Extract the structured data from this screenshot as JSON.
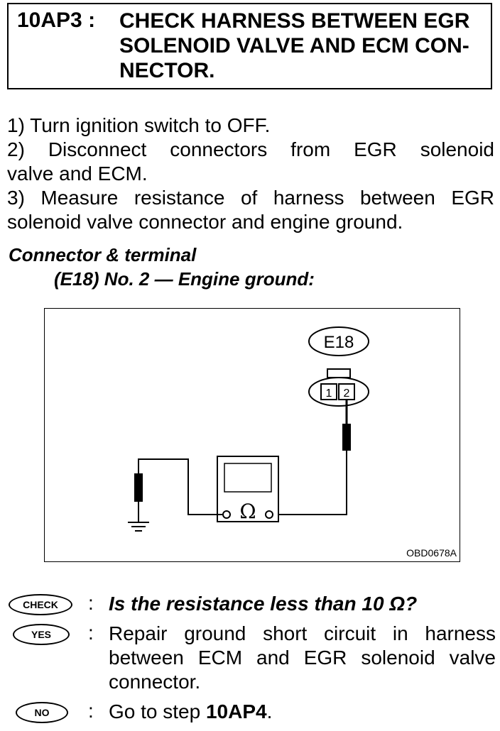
{
  "header": {
    "step_code": "10AP3 :",
    "title_lines": [
      "CHECK HARNESS BETWEEN EGR",
      "SOLENOID VALVE AND ECM CON-",
      "NECTOR."
    ]
  },
  "steps": {
    "s1": "1) Turn ignition switch to OFF.",
    "s2a": "2) Disconnect connectors from EGR solenoid",
    "s2b": "valve and ECM.",
    "s3a": "3) Measure resistance of harness between EGR",
    "s3b": "solenoid valve connector and engine ground."
  },
  "connector_terminal": {
    "heading": "Connector & terminal",
    "spec": "(E18) No. 2 — Engine ground:"
  },
  "diagram": {
    "connector_label": "E18",
    "pin1": "1",
    "pin2": "2",
    "meter_symbol": "Ω",
    "figure_id": "OBD0678A"
  },
  "check": {
    "badge": "CHECK",
    "colon": ":",
    "question": "Is the resistance less than 10 Ω?"
  },
  "yes": {
    "badge": "YES",
    "colon": ":",
    "line1": "Repair ground short circuit in harness",
    "line2": "between ECM and EGR solenoid valve",
    "line3": "connector."
  },
  "no": {
    "badge": "NO",
    "colon": ":",
    "prefix": "Go to step ",
    "step_ref": "10AP4",
    "suffix": "."
  }
}
